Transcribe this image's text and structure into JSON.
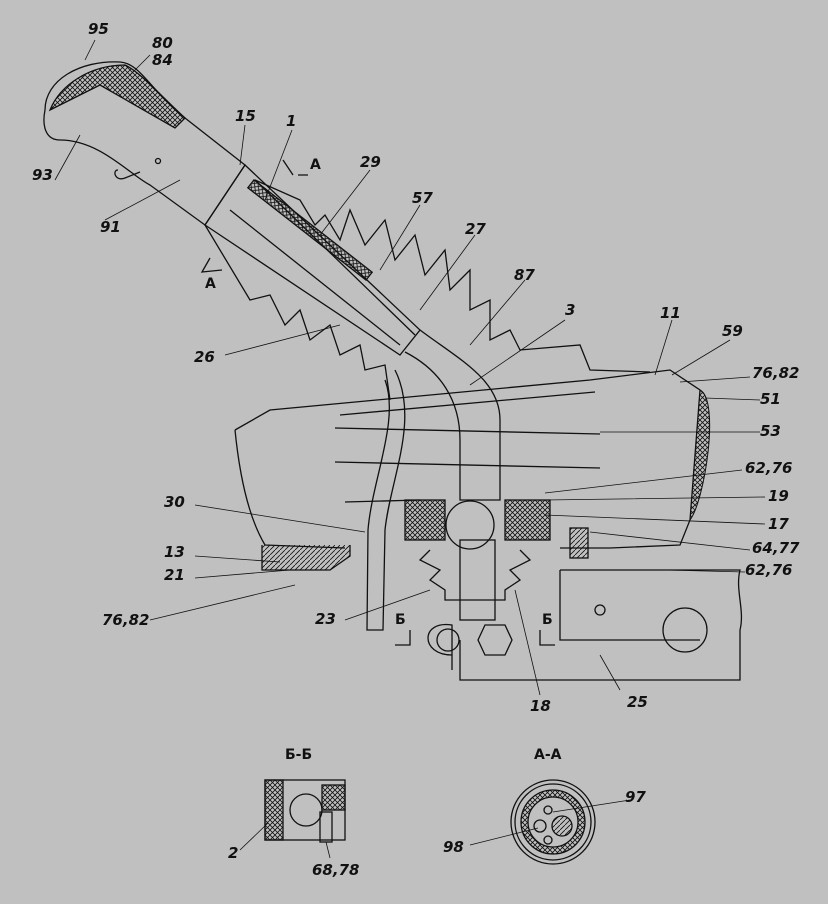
{
  "labels": {
    "p95": "95",
    "p80": "80",
    "p84": "84",
    "p93": "93",
    "p15": "15",
    "p1": "1",
    "p91": "91",
    "p29": "29",
    "p57": "57",
    "p27": "27",
    "p87": "87",
    "p3": "3",
    "p11": "11",
    "p59": "59",
    "p76_82_top": "76,82",
    "p51": "51",
    "p26": "26",
    "p53": "53",
    "p62_76_top": "62,76",
    "p19": "19",
    "p30": "30",
    "p17": "17",
    "p64_77": "64,77",
    "p13": "13",
    "p62_76_bot": "62,76",
    "p21": "21",
    "p76_82_bot": "76,82",
    "p23": "23",
    "p18": "18",
    "p25": "25",
    "p2": "2",
    "p68_78": "68,78",
    "p97": "97",
    "p98": "98"
  },
  "section_marks": {
    "a_top": "А",
    "a_bottom": "А",
    "b_left": "Б",
    "b_right": "Б"
  },
  "section_titles": {
    "bb": "Б-Б",
    "aa": "А-А"
  }
}
